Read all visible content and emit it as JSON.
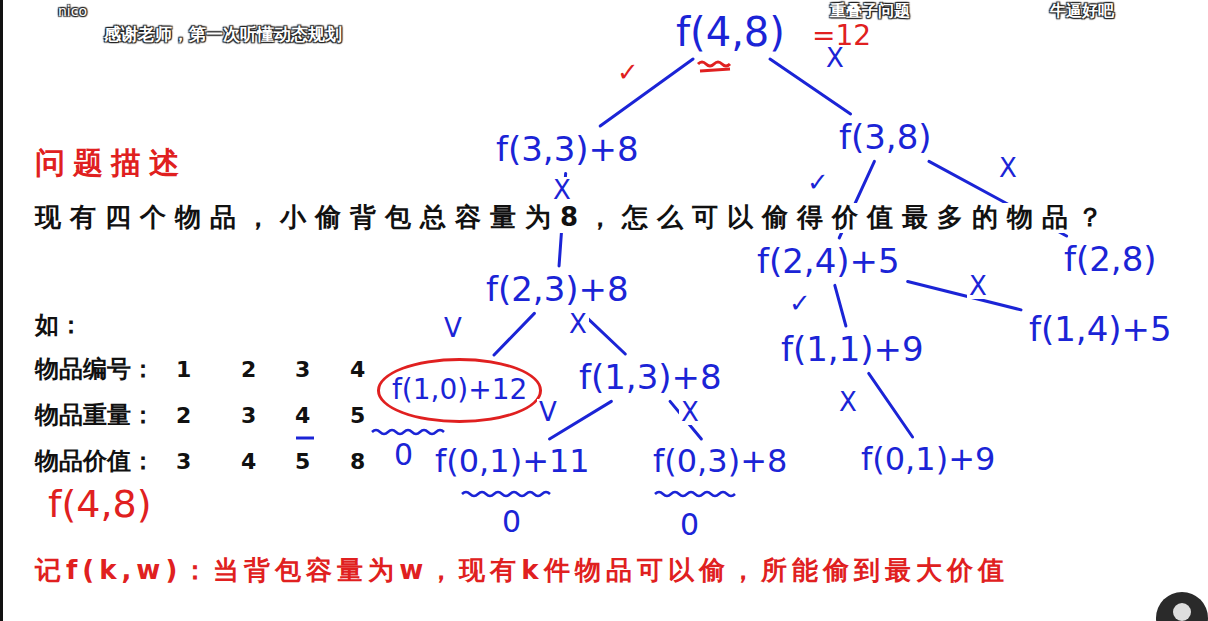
{
  "diagram": {
    "title": "问题描述",
    "nodes": [
      {
        "text": [
          "f(4,8)"
        ]
      },
      {
        "text": [
          "f(3,3)+8"
        ]
      },
      {
        "text": [
          "f(3,8)"
        ]
      },
      {
        "text": [
          "f(2,3)+8"
        ]
      },
      {
        "text": [
          "f(2,4)+5"
        ]
      },
      {
        "text": [
          "f(2,8)"
        ]
      },
      {
        "text": [
          "f(1,0)+12"
        ]
      },
      {
        "text": [
          "f(1,3)+8"
        ]
      },
      {
        "text": [
          "f(1,1)+9"
        ]
      },
      {
        "text": [
          "f(1,4)+5"
        ]
      },
      {
        "text": [
          "f(0,1)+11"
        ]
      },
      {
        "text": [
          "f(0,3)+8"
        ]
      },
      {
        "text": [
          "f(0,1)+9"
        ]
      }
    ],
    "edges": [
      {
        "from": 0,
        "to": 1,
        "arrow": "none",
        "label": "✓"
      },
      {
        "from": 0,
        "to": 2,
        "arrow": "none",
        "label": "X"
      },
      {
        "from": 1,
        "to": 3,
        "arrow": "none",
        "label": "X"
      },
      {
        "from": 2,
        "to": 4,
        "arrow": "none",
        "label": "✓"
      },
      {
        "from": 2,
        "to": 5,
        "arrow": "none",
        "label": "X"
      },
      {
        "from": 3,
        "to": 6,
        "arrow": "none",
        "label": "V"
      },
      {
        "from": 3,
        "to": 7,
        "arrow": "none",
        "label": "X"
      },
      {
        "from": 4,
        "to": 8,
        "arrow": "none",
        "label": "✓"
      },
      {
        "from": 4,
        "to": 9,
        "arrow": "none",
        "label": "X"
      },
      {
        "from": 7,
        "to": 10,
        "arrow": "none",
        "label": "V"
      },
      {
        "from": 7,
        "to": 11,
        "arrow": "none",
        "label": "X"
      },
      {
        "from": 8,
        "to": 12,
        "arrow": "none",
        "label": "X"
      }
    ],
    "labels": [
      "nico",
      "感谢老师，第一次听懂动态规划",
      "重叠子问题",
      "牛逼好吧",
      "=12",
      "现有四个物品，小偷背包总容量为8，怎么可以偷得价值最多的物品？",
      "如：",
      "物品编号：",
      "1",
      "2",
      "3",
      "4",
      "物品重量：",
      "2",
      "3",
      "4",
      "5",
      "物品价值：",
      "3",
      "4",
      "5",
      "8",
      "f(4,8)",
      "0",
      "0",
      "0",
      "记f(k,w)：当背包容量为w，现有k件物品可以偷，所能偷到最大价值"
    ]
  }
}
